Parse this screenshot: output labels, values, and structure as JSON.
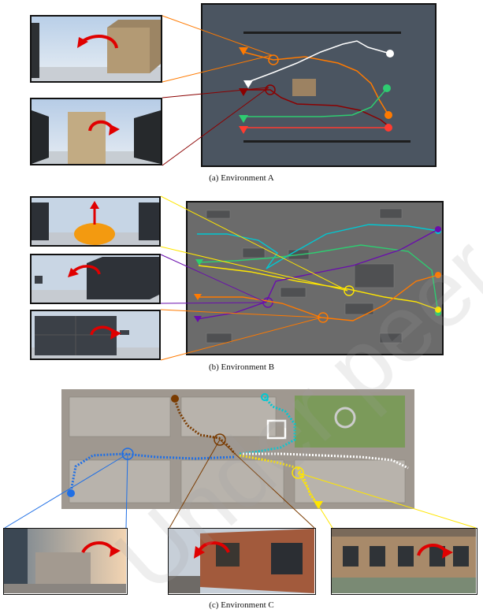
{
  "captions": {
    "a": "(a)  Environment A",
    "b": "(b)  Environment B",
    "c": "(c)  Environment C"
  },
  "watermark": "Under peer review",
  "colors": {
    "orange": "#ff7a00",
    "white": "#ffffff",
    "darkred": "#8b0000",
    "green": "#2ecc71",
    "red": "#ff3b30",
    "cyan": "#00c8d2",
    "purple": "#6a0dad",
    "yellow": "#ffe600",
    "brown": "#7a3b00",
    "blue": "#1f6fe5",
    "arrow": "#e00000",
    "mapA": "#4b5561",
    "mapB": "#6b6b6b"
  },
  "icons": {
    "rotate_left": "curved-arrow-counterclockwise-icon",
    "rotate_right": "curved-arrow-clockwise-icon",
    "up": "arrow-up-icon",
    "start": "triangle-start-marker-icon",
    "goal": "map-pin-goal-icon"
  }
}
